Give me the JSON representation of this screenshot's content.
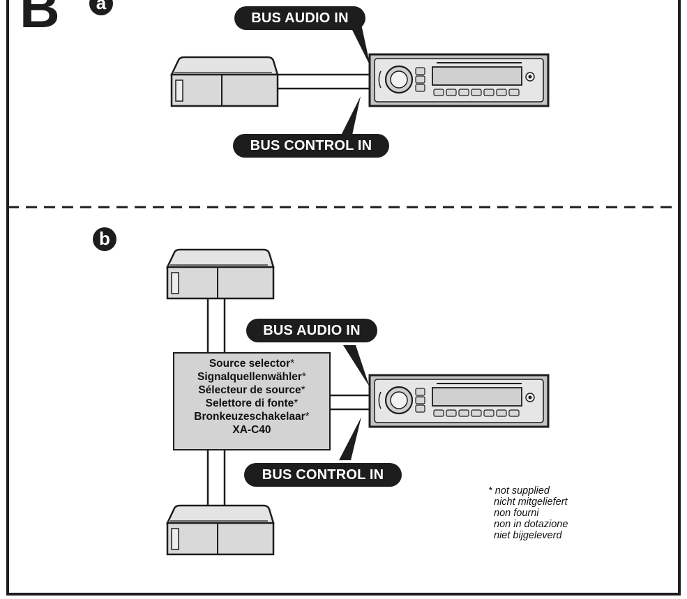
{
  "colors": {
    "dark": "#1d1d1d",
    "gray": "#d3d3d3",
    "unit_gray": "#c4c4c4"
  },
  "figure": {
    "big_letter": "B"
  },
  "section_a": {
    "marker": "a",
    "audio_label": "BUS AUDIO IN",
    "control_label": "BUS CONTROL IN",
    "icons": [
      "cd-changer-icon",
      "car-stereo-icon"
    ]
  },
  "section_b": {
    "marker": "b",
    "audio_label": "BUS AUDIO IN",
    "control_label": "BUS CONTROL IN",
    "selector": {
      "lines": [
        "Source selector",
        "Signalquellenwähler",
        "Sélecteur de source",
        "Selettore di fonte",
        "Bronkeuzeschakelaar"
      ],
      "asterisk": "*",
      "model": "XA-C40"
    },
    "icons": [
      "cd-changer-icon",
      "cd-changer-icon",
      "car-stereo-icon"
    ]
  },
  "footnote": {
    "marker": "*",
    "lines": [
      "not supplied",
      "nicht mitgeliefert",
      "non fourni",
      "non in dotazione",
      "niet bijgeleverd"
    ]
  }
}
